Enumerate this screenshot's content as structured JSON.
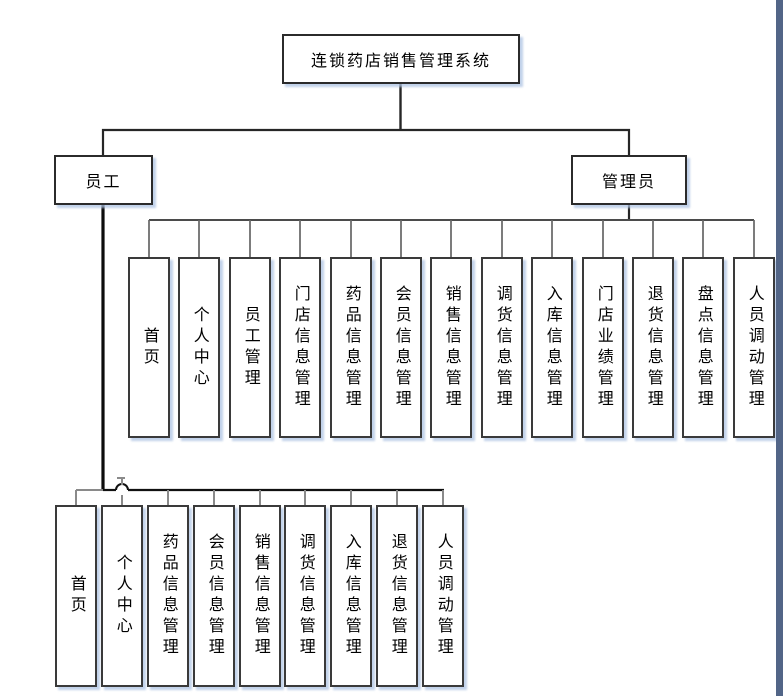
{
  "diagram": {
    "root_label": "连锁药店销售管理系统",
    "employee_label": "员工",
    "admin_label": "管理员",
    "admin_children": [
      "首页",
      "个人中心",
      "员工管理",
      "门店信息管理",
      "药品信息管理",
      "会员信息管理",
      "销售信息管理",
      "调货信息管理",
      "入库信息管理",
      "门店业绩管理",
      "退货信息管理",
      "盘点信息管理",
      "人员调动管理"
    ],
    "employee_children": [
      "首页",
      "个人中心",
      "药品信息管理",
      "会员信息管理",
      "销售信息管理",
      "调货信息管理",
      "入库信息管理",
      "退货信息管理",
      "人员调动管理"
    ]
  },
  "colors": {
    "connector_dark": "#262626",
    "connector_gray": "#8a8a8a",
    "box_border": "#2b2b2b",
    "box_shadow": "#adc3e3",
    "right_edge_bar": "#526587",
    "background": "#ffffff"
  }
}
